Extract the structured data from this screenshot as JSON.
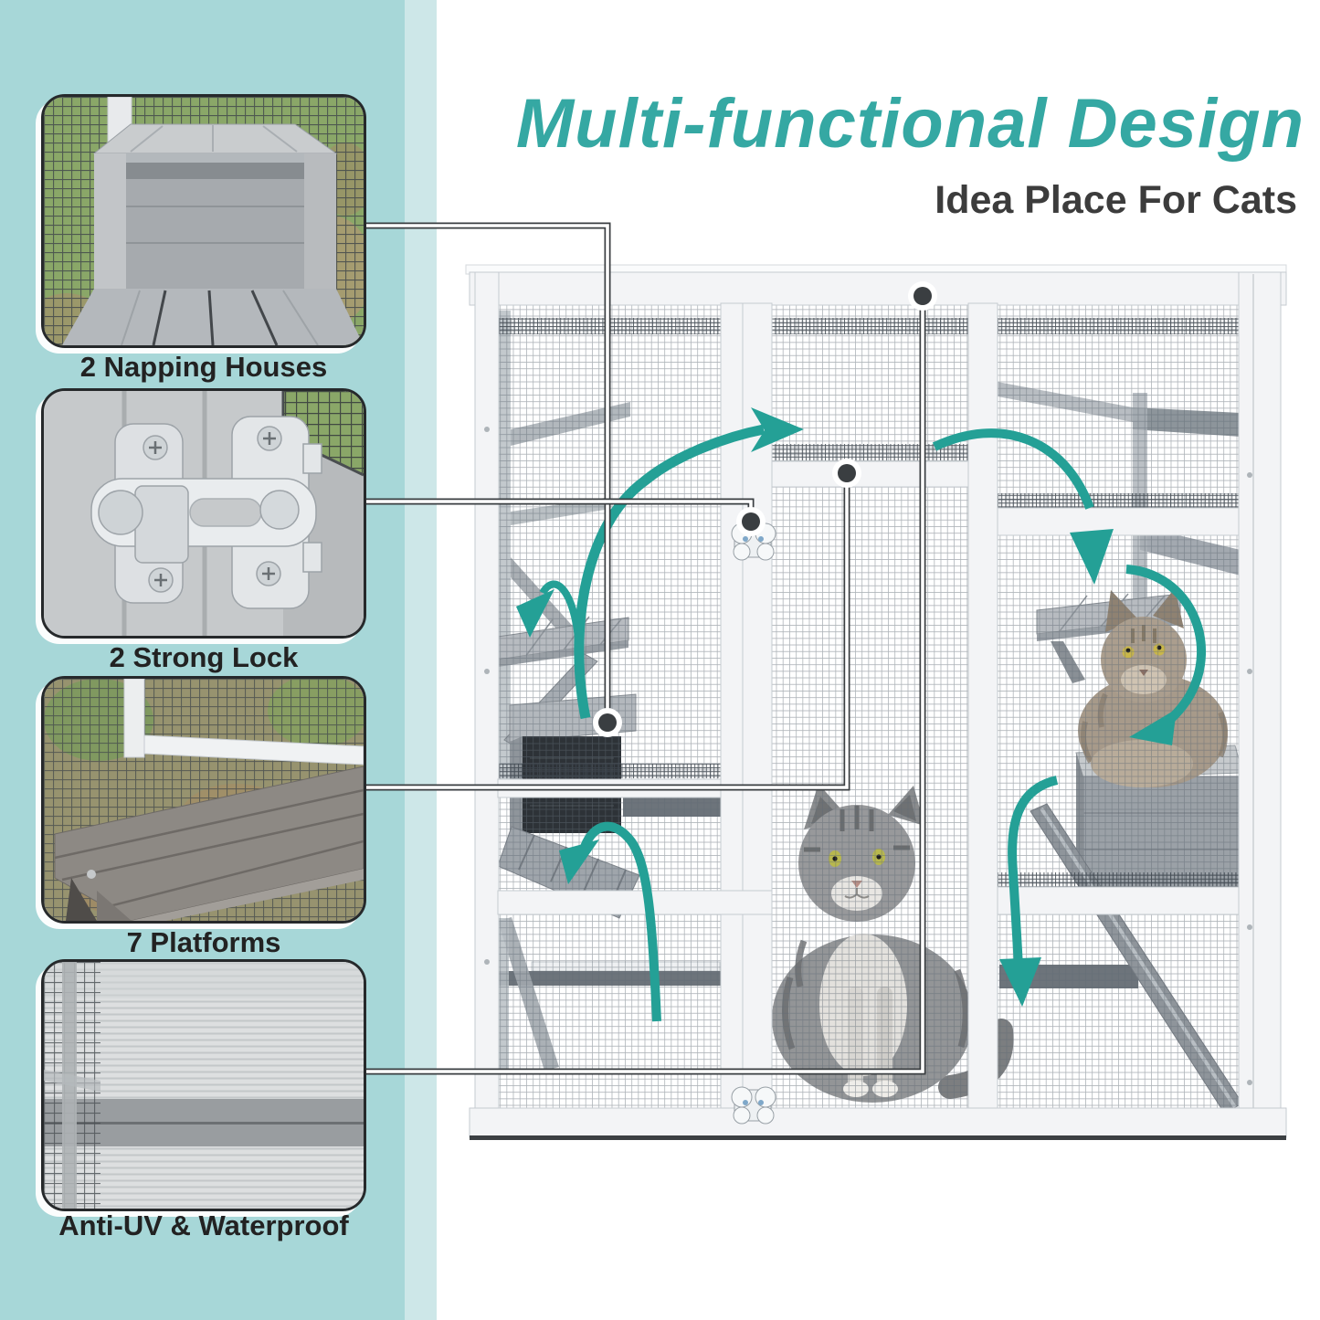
{
  "page": {
    "title": "Multi-functional Design",
    "subtitle": "Idea Place For Cats"
  },
  "features": [
    {
      "id": "napping-houses",
      "label": "2 Napping Houses"
    },
    {
      "id": "strong-lock",
      "label": "2 Strong Lock"
    },
    {
      "id": "platforms",
      "label": "7 Platforms"
    },
    {
      "id": "anti-uv",
      "label": "Anti-UV & Waterproof"
    }
  ],
  "colors": {
    "accent_title": "#35a8a3",
    "subtitle_text": "#3c3c3c",
    "label_text": "#222222",
    "band_teal": "#a7d7d8",
    "band_teal_light": "#cde7e8",
    "arrow_teal": "#24a096",
    "callout_dark": "#3a3e41",
    "callout_light": "#ffffff",
    "frame_white": "#f3f4f6",
    "mesh_gray": "#5f6a74"
  }
}
